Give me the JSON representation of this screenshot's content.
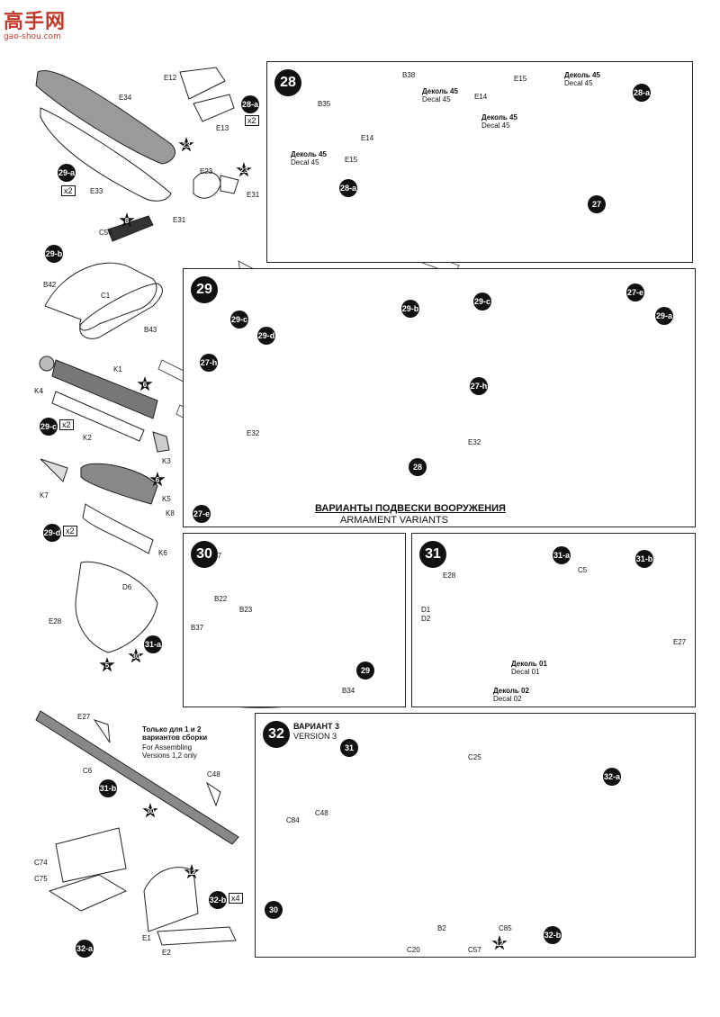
{
  "watermark": {
    "logo_text": "高手网",
    "url": "gao-shou.com"
  },
  "steps": {
    "s28": "28",
    "s29": "29",
    "s30": "30",
    "s31": "31",
    "s32": "32",
    "s28a": "28-a",
    "s29a": "29-a",
    "s29b": "29-b",
    "s29c": "29-c",
    "s29d": "29-d",
    "s31a": "31-a",
    "s31b": "31-b",
    "s32a": "32-a",
    "s32b": "32-b",
    "s27": "27",
    "s27e": "27-e",
    "s27h": "27-h"
  },
  "multipliers": {
    "x2": "x2",
    "x4": "x4"
  },
  "stars": {
    "s23": "23",
    "s8": "8",
    "s6": "6",
    "s5": "5",
    "s30": "30",
    "s12": "12"
  },
  "parts": {
    "E12": "E12",
    "E13": "E13",
    "E34": "E34",
    "E33": "E33",
    "E23": "E23",
    "E31": "E31",
    "C56": "C56",
    "B42": "B42",
    "C1": "C1",
    "B43": "B43",
    "K1": "K1",
    "K2": "K2",
    "K3": "K3",
    "K4": "K4",
    "K5": "K5",
    "K6": "K6",
    "K7": "K7",
    "K8": "K8",
    "D6": "D6",
    "E28": "E28",
    "E27": "E27",
    "C6": "C6",
    "C48": "C48",
    "C74": "C74",
    "C75": "C75",
    "E1": "E1",
    "E2": "E2",
    "B38": "B38",
    "B35": "B35",
    "E14": "E14",
    "E15": "E15",
    "E32": "E32",
    "D7": "D7",
    "B22": "B22",
    "B23": "B23",
    "B37": "B37",
    "B34": "B34",
    "D1": "D1",
    "D2": "D2",
    "C5": "C5",
    "C25": "C25",
    "C84": "C84",
    "C85": "C85",
    "B2": "B2",
    "C20": "C20",
    "C57": "C57"
  },
  "decals": {
    "ru": "Деколь 45",
    "en": "Decal 45",
    "ru01": "Деколь 01",
    "en01": "Decal 01",
    "ru02": "Деколь 02",
    "en02": "Decal 02"
  },
  "armament": {
    "title_ru": "ВАРИАНТЫ ПОДВЕСКИ ВООРУЖЕНИЯ",
    "title_en": "ARMAMENT VARIANTS"
  },
  "assembly_note": {
    "ru1": "Только для 1 и 2",
    "ru2": "вариантов сборки",
    "en1": "For Assembling",
    "en2": "Versions 1,2 only"
  },
  "version": {
    "ru": "ВАРИАНТ 3",
    "en": "VERSION 3"
  }
}
